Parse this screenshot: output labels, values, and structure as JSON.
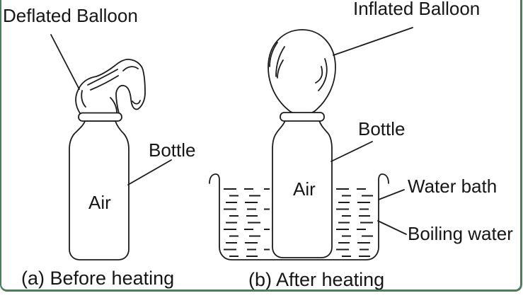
{
  "palette": {
    "line_color": "#1c1c1c",
    "text_color": "#161616",
    "frame_color": "#4e7d5b",
    "background": "#ffffff"
  },
  "figure_a": {
    "labels": {
      "balloon": "Deflated Balloon",
      "bottle": "Bottle",
      "air": "Air"
    },
    "caption": "(a) Before heating"
  },
  "figure_b": {
    "labels": {
      "balloon": "Inflated Balloon",
      "bottle": "Bottle",
      "air": "Air",
      "water_bath": "Water bath",
      "boiling_water": "Boiling water"
    },
    "caption": "(b) After heating"
  }
}
